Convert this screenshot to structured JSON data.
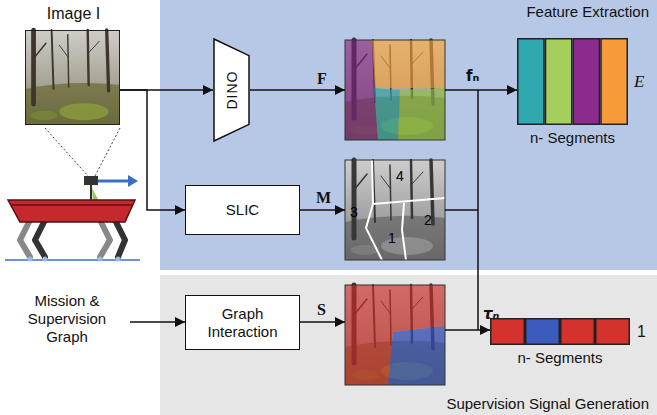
{
  "diagram": {
    "nodes": [
      {
        "text": [
          "Image I"
        ]
      },
      {
        "text": [
          "Feature Extraction"
        ]
      },
      {
        "text": [
          "DINO"
        ],
        "in": 1
      },
      {
        "text": [
          "SLIC"
        ],
        "in": 1
      },
      {
        "text": [
          "E",
          "n- Segments"
        ],
        "in": 1
      },
      {
        "text": [
          "Supervision Signal Generation"
        ]
      },
      {
        "text": [
          "Graph Interaction"
        ],
        "in": 5
      },
      {
        "text": [
          "1",
          "n- Segments"
        ],
        "in": 5
      }
    ],
    "edges": [
      {
        "from": 0,
        "to": 2,
        "arrow": "to"
      },
      {
        "from": 0,
        "to": 3,
        "arrow": "to"
      }
    ],
    "labels": [
      "F",
      "M",
      "4",
      "3",
      "2",
      "1",
      "fₙ",
      "Mission & Supervision Graph",
      "S",
      "τₙ"
    ]
  }
}
